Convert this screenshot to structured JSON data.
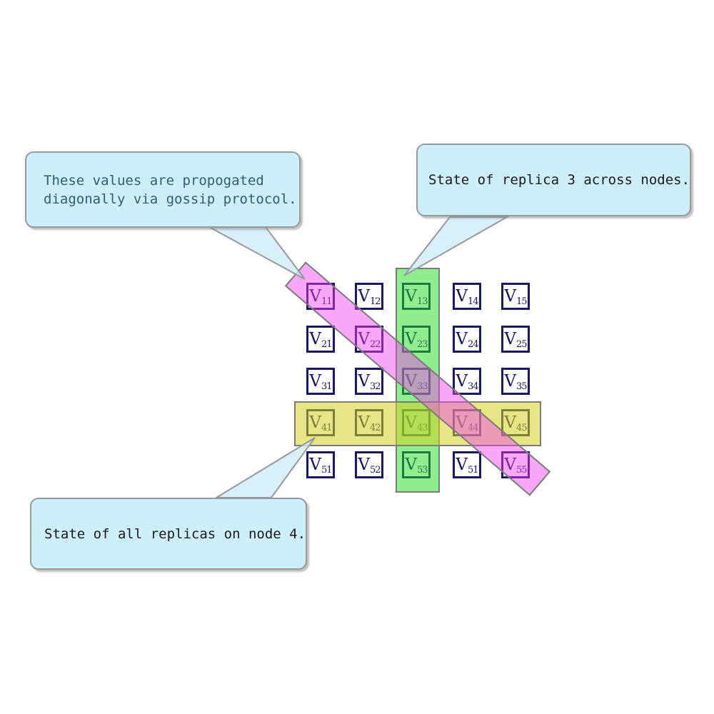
{
  "diagram": {
    "title": "replica state matrix with gossip propagation",
    "grid": {
      "symbol": "V",
      "rows": [
        [
          "11",
          "12",
          "13",
          "14",
          "15"
        ],
        [
          "21",
          "22",
          "23",
          "24",
          "25"
        ],
        [
          "31",
          "32",
          "33",
          "34",
          "35"
        ],
        [
          "41",
          "42",
          "43",
          "44",
          "45"
        ],
        [
          "51",
          "52",
          "53",
          "51",
          "55"
        ]
      ]
    },
    "highlights": {
      "column_highlight": {
        "meaning": "state of replica 3 across nodes",
        "color": "#90EE90"
      },
      "row_highlight": {
        "meaning": "state of all replicas on node 4",
        "color": "#E6E687"
      },
      "diagonal_highlight": {
        "meaning": "values propagated diagonally via gossip protocol",
        "color": "#F9A8F9"
      }
    },
    "callouts": [
      {
        "id": "gossip",
        "lines": [
          "These values are propogated",
          "diagonally via gossip protocol."
        ],
        "text_color": "#2f5f6e",
        "fill": "#cdeefb",
        "border": "#999999"
      },
      {
        "id": "replica3",
        "lines": [
          "State of replica 3 across nodes."
        ],
        "text_color": "#1a1a1a",
        "fill": "#cdeefb",
        "border": "#999999"
      },
      {
        "id": "node4",
        "lines": [
          "State of all replicas on node 4."
        ],
        "text_color": "#1a1a1a",
        "fill": "#cdeefb",
        "border": "#999999"
      }
    ],
    "cell_border_color": "#191960",
    "cell_text_color": "#15155e"
  }
}
